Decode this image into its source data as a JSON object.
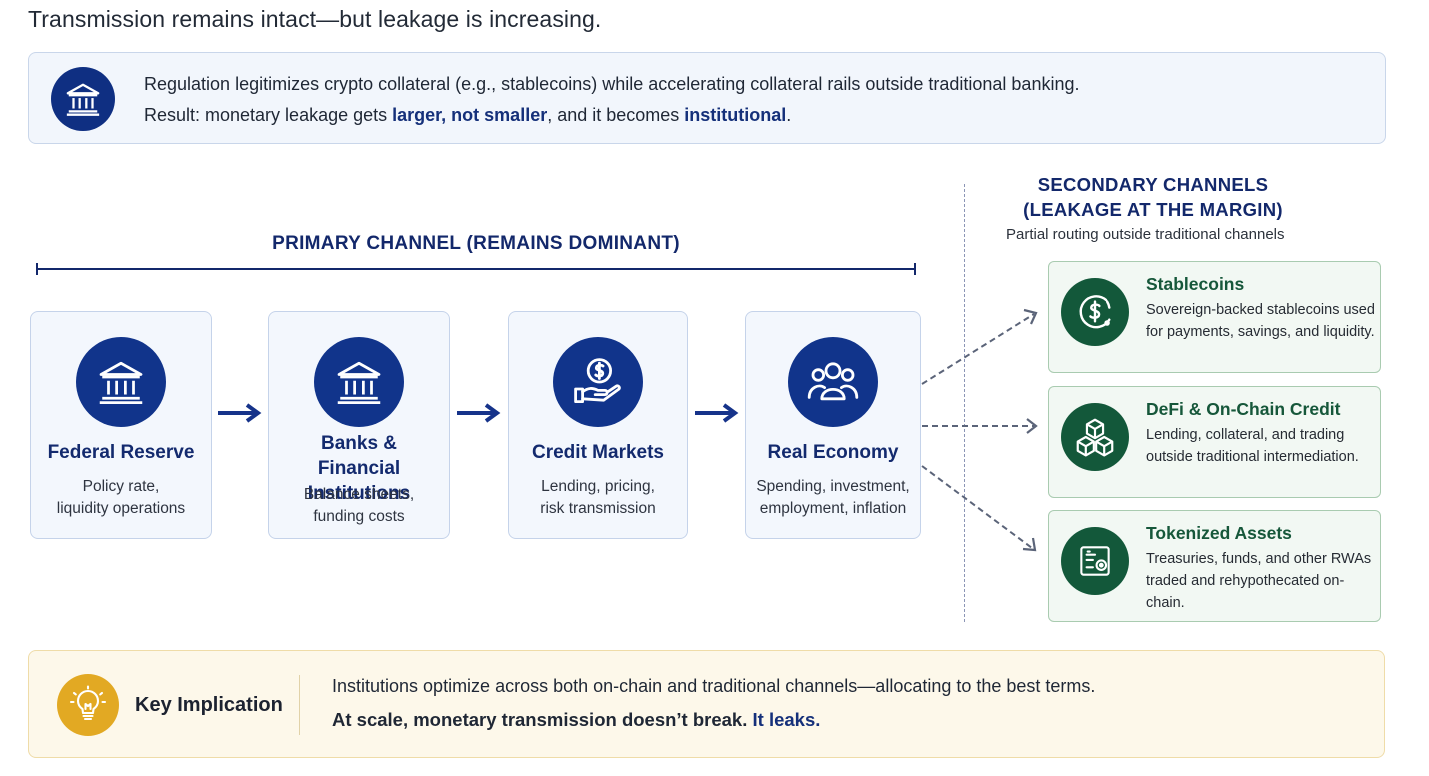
{
  "page": {
    "title": "Transmission remains intact—but leakage is increasing."
  },
  "banner": {
    "line1": "Regulation legitimizes crypto collateral (e.g., stablecoins) while accelerating collateral rails outside traditional banking.",
    "line2_prefix": "Result: monetary leakage gets ",
    "line2_bold1": "larger, not smaller",
    "line2_mid": ", and it becomes ",
    "line2_bold2": "institutional",
    "line2_suffix": ".",
    "icon": "bank-icon"
  },
  "primary": {
    "title": "PRIMARY CHANNEL (REMAINS DOMINANT)",
    "steps": [
      {
        "name": "Federal Reserve",
        "desc_line1": "Policy rate,",
        "desc_line2": "liquidity operations",
        "icon": "bank-icon"
      },
      {
        "name_line1": "Banks &",
        "name_line2": "Financial Institutions",
        "desc_line1": "Balance sheets,",
        "desc_line2": "funding costs",
        "icon": "bank-icon"
      },
      {
        "name": "Credit Markets",
        "desc_line1": "Lending, pricing,",
        "desc_line2": "risk transmission",
        "icon": "hand-dollar-icon"
      },
      {
        "name": "Real Economy",
        "desc_line1": "Spending, investment,",
        "desc_line2": "employment, inflation",
        "icon": "people-icon"
      }
    ],
    "arrow_color": "#16338a"
  },
  "secondary": {
    "title_line1": "SECONDARY CHANNELS",
    "title_line2": "(LEAKAGE AT THE MARGIN)",
    "subtitle": "Partial routing outside traditional channels",
    "channels": [
      {
        "title": "Stablecoins",
        "desc": "Sovereign-backed stablecoins used for payments, savings, and liquidity.",
        "icon": "dollar-coin-icon"
      },
      {
        "title": "DeFi & On-Chain Credit",
        "desc": "Lending, collateral, and trading outside traditional intermediation.",
        "icon": "cubes-icon"
      },
      {
        "title": "Tokenized Assets",
        "desc": "Treasuries, funds, and other RWAs traded and rehypothecated on-chain.",
        "icon": "token-certificate-icon"
      }
    ]
  },
  "implication": {
    "label": "Key Implication",
    "line1": "Institutions optimize across both on-chain and traditional channels—allocating to the best terms.",
    "line2_prefix": "At scale, monetary transmission doesn’t break. ",
    "line2_highlight": "It leaks.",
    "icon": "lightbulb-icon"
  },
  "colors": {
    "navy": "#11348b",
    "green": "#13583a",
    "gold": "#e2a923"
  }
}
